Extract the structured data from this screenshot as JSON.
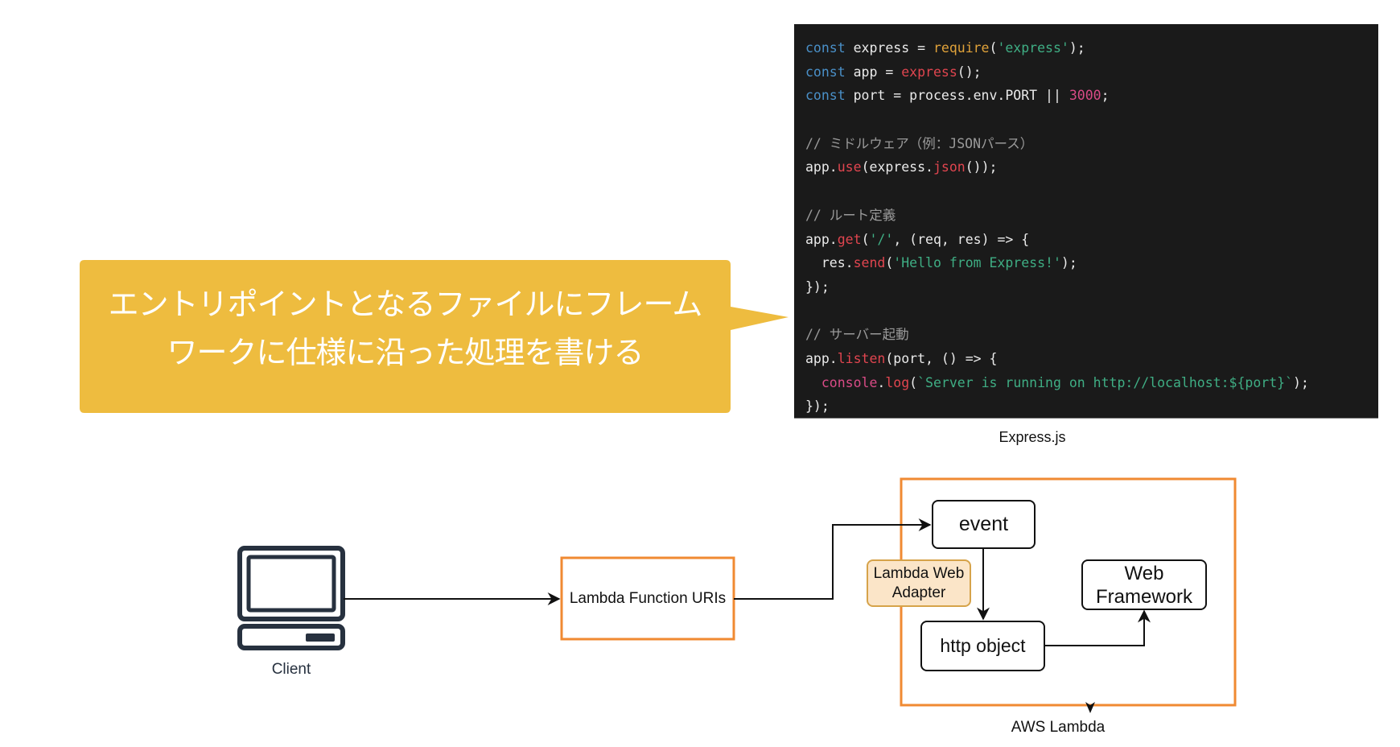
{
  "code_snippet": {
    "caption": "Express.js",
    "lines": [
      [
        {
          "t": "const",
          "c": "kw"
        },
        {
          "t": " express = ",
          "c": "plain"
        },
        {
          "t": "require",
          "c": "fn"
        },
        {
          "t": "(",
          "c": "plain"
        },
        {
          "t": "'express'",
          "c": "str"
        },
        {
          "t": ");",
          "c": "plain"
        }
      ],
      [
        {
          "t": "const",
          "c": "kw"
        },
        {
          "t": " app = ",
          "c": "plain"
        },
        {
          "t": "express",
          "c": "call"
        },
        {
          "t": "();",
          "c": "plain"
        }
      ],
      [
        {
          "t": "const",
          "c": "kw"
        },
        {
          "t": " port = process.env.PORT || ",
          "c": "plain"
        },
        {
          "t": "3000",
          "c": "num"
        },
        {
          "t": ";",
          "c": "plain"
        }
      ],
      [],
      [
        {
          "t": "// ミドルウェア（例：JSONパース）",
          "c": "cm"
        }
      ],
      [
        {
          "t": "app.",
          "c": "plain"
        },
        {
          "t": "use",
          "c": "call"
        },
        {
          "t": "(express.",
          "c": "plain"
        },
        {
          "t": "json",
          "c": "call"
        },
        {
          "t": "());",
          "c": "plain"
        }
      ],
      [],
      [
        {
          "t": "// ルート定義",
          "c": "cm"
        }
      ],
      [
        {
          "t": "app.",
          "c": "plain"
        },
        {
          "t": "get",
          "c": "call"
        },
        {
          "t": "(",
          "c": "plain"
        },
        {
          "t": "'/'",
          "c": "str"
        },
        {
          "t": ", (req, res) => {",
          "c": "plain"
        }
      ],
      [
        {
          "t": "  res.",
          "c": "plain"
        },
        {
          "t": "send",
          "c": "call"
        },
        {
          "t": "(",
          "c": "plain"
        },
        {
          "t": "'Hello from Express!'",
          "c": "str"
        },
        {
          "t": ");",
          "c": "plain"
        }
      ],
      [
        {
          "t": "});",
          "c": "plain"
        }
      ],
      [],
      [
        {
          "t": "// サーバー起動",
          "c": "cm"
        }
      ],
      [
        {
          "t": "app.",
          "c": "plain"
        },
        {
          "t": "listen",
          "c": "call"
        },
        {
          "t": "(port, () => {",
          "c": "plain"
        }
      ],
      [
        {
          "t": "  ",
          "c": "plain"
        },
        {
          "t": "console",
          "c": "num"
        },
        {
          "t": ".",
          "c": "plain"
        },
        {
          "t": "log",
          "c": "call"
        },
        {
          "t": "(",
          "c": "plain"
        },
        {
          "t": "`Server is running on http://localhost:${port}`",
          "c": "str"
        },
        {
          "t": ");",
          "c": "plain"
        }
      ],
      [
        {
          "t": "});",
          "c": "plain"
        }
      ]
    ]
  },
  "callout": {
    "line1": "エントリポイントとなるファイルにフレーム",
    "line2": "ワークに仕様に沿った処理を書ける",
    "color": "#EEBC3F"
  },
  "diagram": {
    "client_label": "Client",
    "function_urls_label": "Lambda Function URIs",
    "aws_lambda_label": "AWS Lambda",
    "event_label": "event",
    "adapter_label_1": "Lambda Web",
    "adapter_label_2": "Adapter",
    "http_object_label": "http object",
    "web_framework_label_1": "Web",
    "web_framework_label_2": "Framework",
    "accent_orange": "#F08A32",
    "adapter_fill": "#FBE5C8",
    "adapter_stroke": "#D6A34A"
  }
}
